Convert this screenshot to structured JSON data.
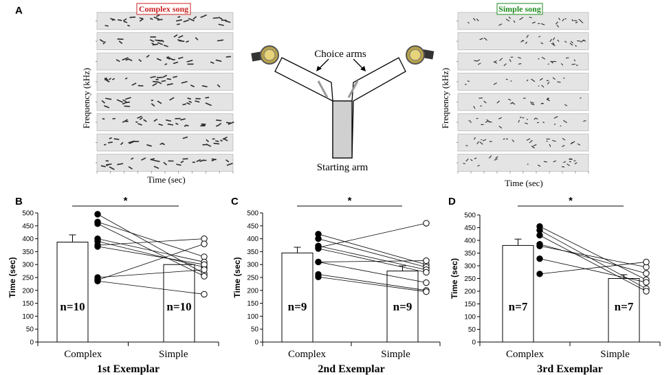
{
  "panel_labels": [
    "A",
    "B",
    "C",
    "D"
  ],
  "panel_a": {
    "left_title": "Complex song",
    "right_title": "Simple song",
    "left_title_color": "#cc1f1f",
    "right_title_color": "#1e8a1e",
    "frequency_label": "Frequency (kHz)",
    "time_label": "Time (sec)",
    "maze_choice_label": "Choice arms",
    "maze_start_label": "Starting arm",
    "speaker_icons": [
      "speaker-icon",
      "speaker-icon"
    ]
  },
  "chart_data": [
    {
      "type": "bar",
      "panel": "B",
      "categories": [
        "Complex",
        "Simple"
      ],
      "values": [
        387,
        300
      ],
      "errors": [
        28,
        0
      ],
      "n_labels": [
        "n=10",
        "n=10"
      ],
      "xlabel": "1st Exemplar",
      "ylabel": "Time (sec)",
      "ylim": [
        0,
        500
      ],
      "yticks": [
        0,
        50,
        100,
        150,
        200,
        250,
        300,
        350,
        400,
        450,
        500
      ],
      "significance": "*",
      "paired": [
        [
          495,
          265
        ],
        [
          465,
          330
        ],
        [
          458,
          255
        ],
        [
          400,
          310
        ],
        [
          390,
          290
        ],
        [
          375,
          400
        ],
        [
          370,
          300
        ],
        [
          240,
          380
        ],
        [
          236,
          185
        ],
        [
          250,
          280
        ]
      ]
    },
    {
      "type": "bar",
      "panel": "C",
      "categories": [
        "Complex",
        "Simple"
      ],
      "values": [
        345,
        275
      ],
      "errors": [
        22,
        20
      ],
      "n_labels": [
        "n=9",
        "n=9"
      ],
      "xlabel": "2nd Exemplar",
      "ylabel": "Time (sec)",
      "ylim": [
        0,
        500
      ],
      "yticks": [
        0,
        50,
        100,
        150,
        200,
        250,
        300,
        350,
        400,
        450,
        500
      ],
      "significance": "*",
      "paired": [
        [
          418,
          300
        ],
        [
          400,
          290
        ],
        [
          372,
          280
        ],
        [
          366,
          460
        ],
        [
          362,
          270
        ],
        [
          310,
          230
        ],
        [
          262,
          200
        ],
        [
          252,
          195
        ],
        [
          310,
          315
        ]
      ]
    },
    {
      "type": "bar",
      "panel": "D",
      "categories": [
        "Complex",
        "Simple"
      ],
      "values": [
        380,
        250
      ],
      "errors": [
        25,
        15
      ],
      "n_labels": [
        "n=7",
        "n=7"
      ],
      "xlabel": "3rd Exemplar",
      "ylabel": "Time (sec)",
      "ylim": [
        0,
        500
      ],
      "yticks": [
        0,
        50,
        100,
        150,
        200,
        250,
        300,
        350,
        400,
        450,
        500
      ],
      "significance": "*",
      "paired": [
        [
          455,
          245
        ],
        [
          440,
          210
        ],
        [
          420,
          200
        ],
        [
          385,
          270
        ],
        [
          378,
          295
        ],
        [
          328,
          235
        ],
        [
          268,
          315
        ]
      ]
    }
  ]
}
